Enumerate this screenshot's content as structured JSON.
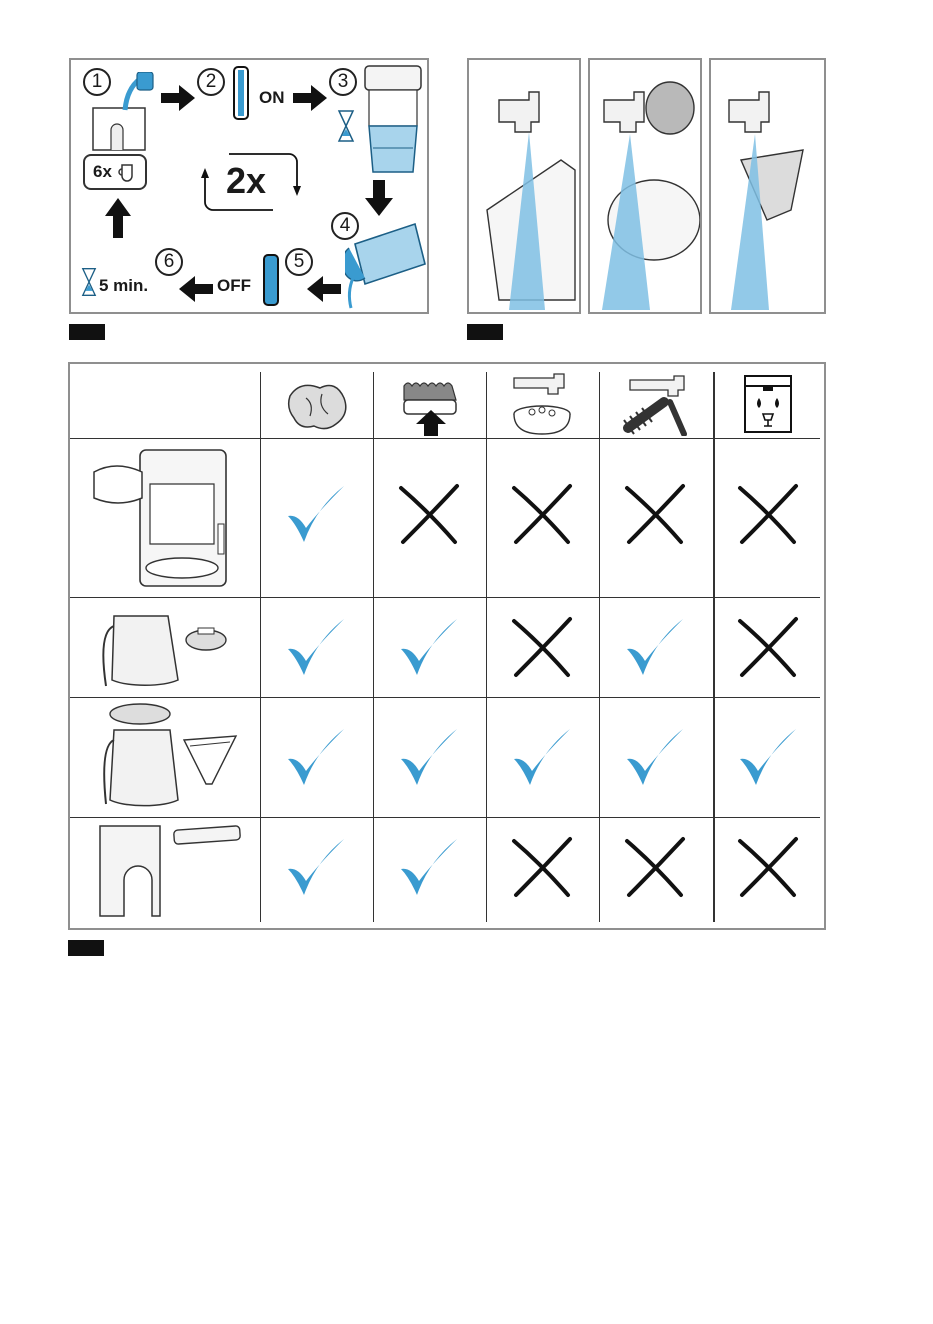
{
  "procedure": {
    "steps": [
      "1",
      "2",
      "3",
      "4",
      "5",
      "6"
    ],
    "cups_label": "6x",
    "on_label": "ON",
    "off_label": "OFF",
    "repeat_label": "2x",
    "wait_label": "5 min."
  },
  "rinse_panels": [
    "water-tank-rinse",
    "carafe-lid-rinse",
    "filter-rinse"
  ],
  "cleaning_table": {
    "methods": [
      "damp-cloth-icon",
      "sponge-icon",
      "soak-bowl-icon",
      "brush-icon",
      "dishwasher-icon"
    ],
    "rows": [
      {
        "part": "machine-body",
        "marks": [
          "check",
          "cross",
          "cross",
          "cross",
          "cross"
        ]
      },
      {
        "part": "carafe-and-lid",
        "marks": [
          "check",
          "check",
          "cross",
          "check",
          "cross"
        ]
      },
      {
        "part": "thermo-jug-and-filter",
        "marks": [
          "check",
          "check",
          "check",
          "check",
          "check"
        ]
      },
      {
        "part": "water-tank-and-cover",
        "marks": [
          "check",
          "check",
          "cross",
          "cross",
          "cross"
        ]
      }
    ]
  },
  "colors": {
    "accent": "#3a9bd0",
    "mark_check": "#3a9bd0",
    "mark_cross": "#111111"
  }
}
